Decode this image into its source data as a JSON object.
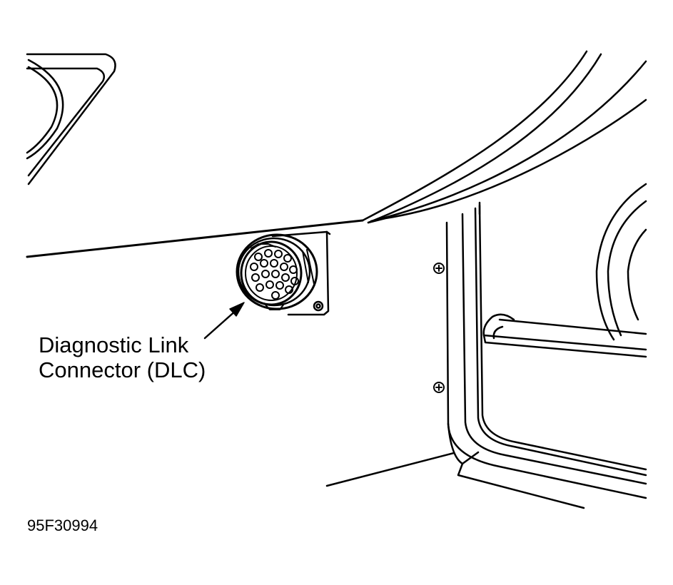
{
  "callout": {
    "line1": "Diagnostic Link",
    "line2": "Connector (DLC)"
  },
  "figure_id": "95F30994",
  "colors": {
    "ink": "#000000",
    "paper": "#ffffff"
  }
}
